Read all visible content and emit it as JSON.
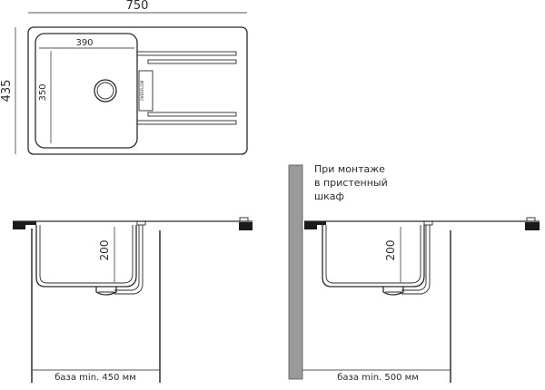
{
  "top_view": {
    "width_dim": "750",
    "depth_dim": "435",
    "bowl_width_dim": "390",
    "bowl_depth_dim": "350",
    "overflow_label": "OVERFLOW"
  },
  "left_section": {
    "depth_dim": "200",
    "base_label": "база min. 450 мм"
  },
  "right_section": {
    "depth_dim": "200",
    "base_label": "база min. 500 мм",
    "note_lines": [
      "При монтаже",
      "в пристенный",
      "шкаф"
    ]
  }
}
